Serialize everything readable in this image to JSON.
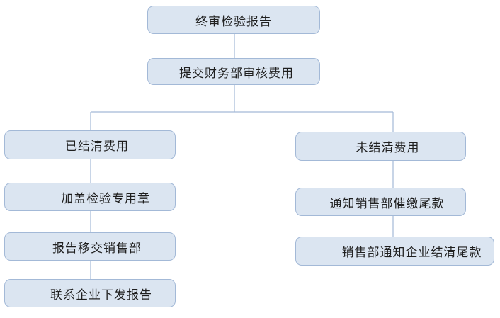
{
  "flowchart": {
    "nodes": {
      "final_report": {
        "label": "终审检验报告"
      },
      "submit_finance": {
        "label": "提交财务部审核费用"
      },
      "settled": {
        "label": "已结清费用"
      },
      "stamp": {
        "label": "加盖检验专用章"
      },
      "transfer_sales": {
        "label": "报告移交销售部"
      },
      "contact_company": {
        "label": "联系企业下发报告"
      },
      "unsettled": {
        "label": "未结清费用"
      },
      "notify_sales": {
        "label": "通知销售部催缴尾款"
      },
      "sales_notify_company": {
        "label": "销售部通知企业结清尾款"
      }
    },
    "edges": [
      "final_report -> submit_finance",
      "submit_finance -> settled",
      "submit_finance -> unsettled",
      "settled -> stamp",
      "stamp -> transfer_sales",
      "transfer_sales -> contact_company",
      "unsettled -> notify_sales",
      "notify_sales -> sales_notify_company"
    ],
    "colors": {
      "node_fill": "#dbe5f1",
      "node_border": "#a3b9d7",
      "connector": "#a3b9d7",
      "text": "#1f1f1f",
      "background": "#ffffff"
    }
  }
}
